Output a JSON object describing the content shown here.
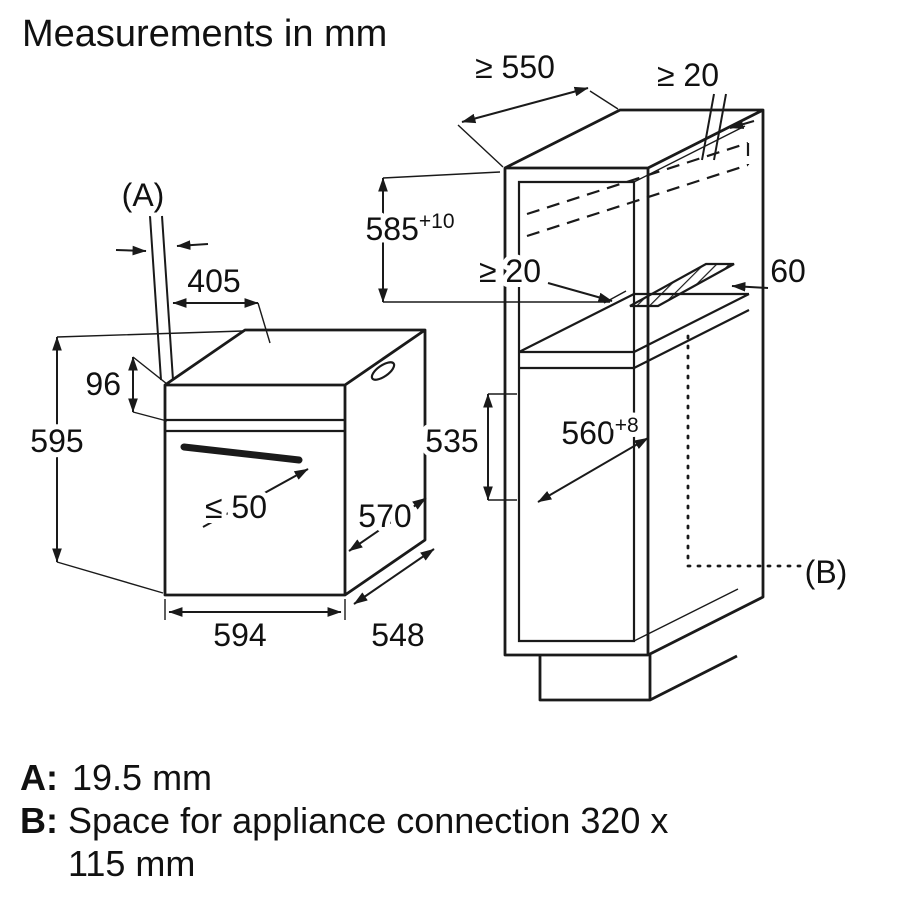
{
  "title": "Measurements in mm",
  "oven": {
    "label_a": "(A)",
    "dims": {
      "top_depth": "405",
      "panel_height": "96",
      "height": "595",
      "handle_clearance": "≤ 50",
      "depth_with_door": "570",
      "width": "594",
      "depth": "548"
    }
  },
  "cabinet": {
    "label_b": "(B)",
    "dims": {
      "min_depth": "≥ 550",
      "top_rear_gap": "≥ 20",
      "niche_height": {
        "value": "585",
        "tolerance": "+10"
      },
      "rear_vent_gap": "≥ 20",
      "vent_width": "60",
      "compartment_height": "535",
      "niche_depth": {
        "value": "560",
        "tolerance": "+8"
      }
    }
  },
  "legend": {
    "a_label": "A:",
    "a_text": "19.5 mm",
    "b_label": "B:",
    "b_text_line1": "Space for appliance connection 320 x",
    "b_text_line2": "115 mm"
  }
}
